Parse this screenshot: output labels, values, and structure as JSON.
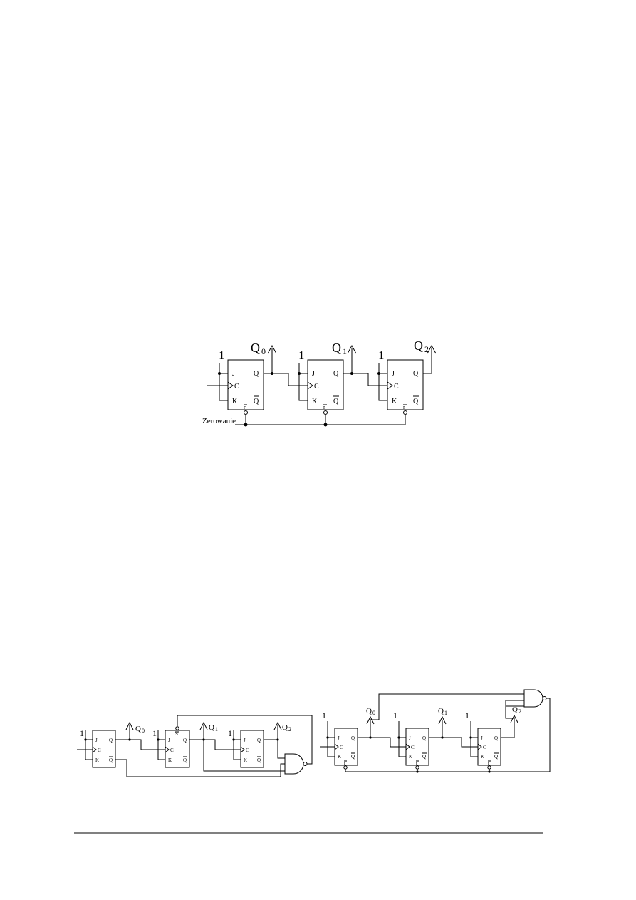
{
  "diagram1": {
    "const_one": "1",
    "outputs": [
      "Q",
      "Q",
      "Q"
    ],
    "output_subscripts": [
      "0",
      "1",
      "2"
    ],
    "pins": {
      "j": "J",
      "c": "C",
      "k": "K",
      "q": "Q",
      "qbar": "Q",
      "reset": "r"
    },
    "reset_label": "Zerowanie"
  },
  "diagram2": {
    "const_one": "1",
    "outputs": [
      "Q",
      "Q",
      "Q"
    ],
    "output_subscripts": [
      "0",
      "1",
      "2"
    ],
    "pins": {
      "j": "J",
      "c": "C",
      "k": "K",
      "q": "Q",
      "qbar": "Q",
      "set": "S"
    }
  },
  "diagram3": {
    "const_one": "1",
    "outputs": [
      "Q",
      "Q",
      "Q"
    ],
    "output_subscripts": [
      "0",
      "1",
      "2"
    ],
    "pins": {
      "j": "J",
      "c": "C",
      "k": "K",
      "q": "Q",
      "qbar": "Q",
      "reset": "r"
    }
  }
}
